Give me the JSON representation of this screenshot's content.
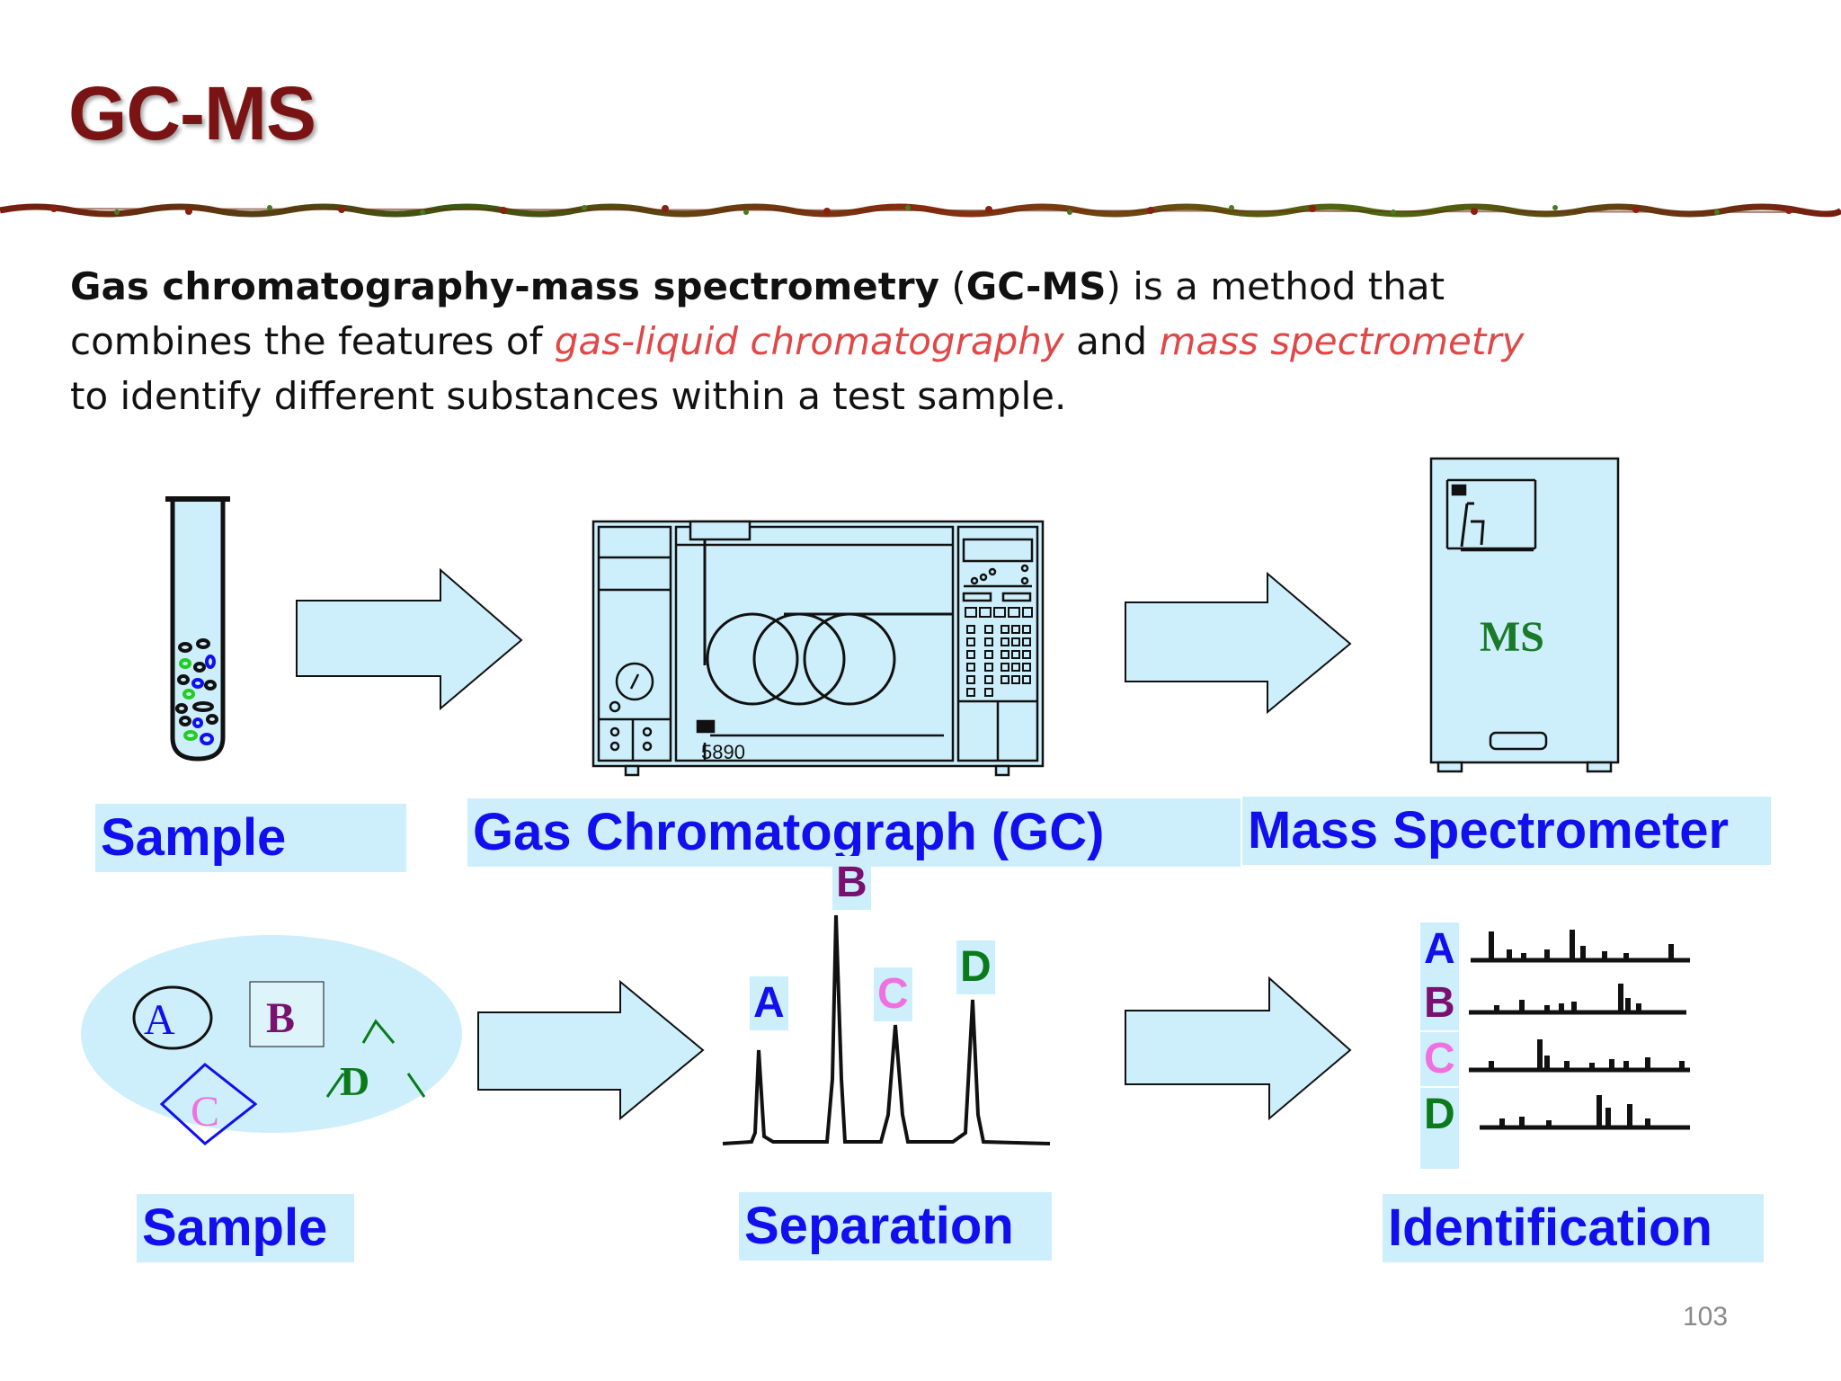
{
  "title": "GC-MS",
  "intro": {
    "term": "Gas chromatography-mass spectrometry",
    "paren_open": " (",
    "abbr": "GC-MS",
    "text1": ") is a method that combines the features of ",
    "link1": "gas-liquid chromatography",
    "text2": " and ",
    "link2": "mass spectrometry",
    "text3": " to identify different substances within a test sample."
  },
  "top_labels": {
    "sample": "Sample",
    "gc": "Gas Chromatograph (GC)",
    "ms": "Mass Spectrometer"
  },
  "instruments": {
    "gc_model": "5890",
    "ms_label": "MS"
  },
  "sample_mix": {
    "a": "A",
    "b": "B",
    "c": "C",
    "d": "D"
  },
  "peaks": {
    "a": "A",
    "b": "B",
    "c": "C",
    "d": "D"
  },
  "spectra": {
    "a": "A",
    "b": "B",
    "c": "C",
    "d": "D"
  },
  "bottom_labels": {
    "sample": "Sample",
    "separation": "Separation",
    "identification": "Identification"
  },
  "page_number": "103",
  "colors": {
    "title": "#7a1414",
    "highlight": "#e04848",
    "label_text": "#1010ee",
    "label_bg": "#cdeffb",
    "letter_a": "#1010ee",
    "letter_b": "#7a1070",
    "letter_c": "#f070e0",
    "letter_d": "#0a7a1a",
    "ms_text": "#1a7a2a"
  }
}
